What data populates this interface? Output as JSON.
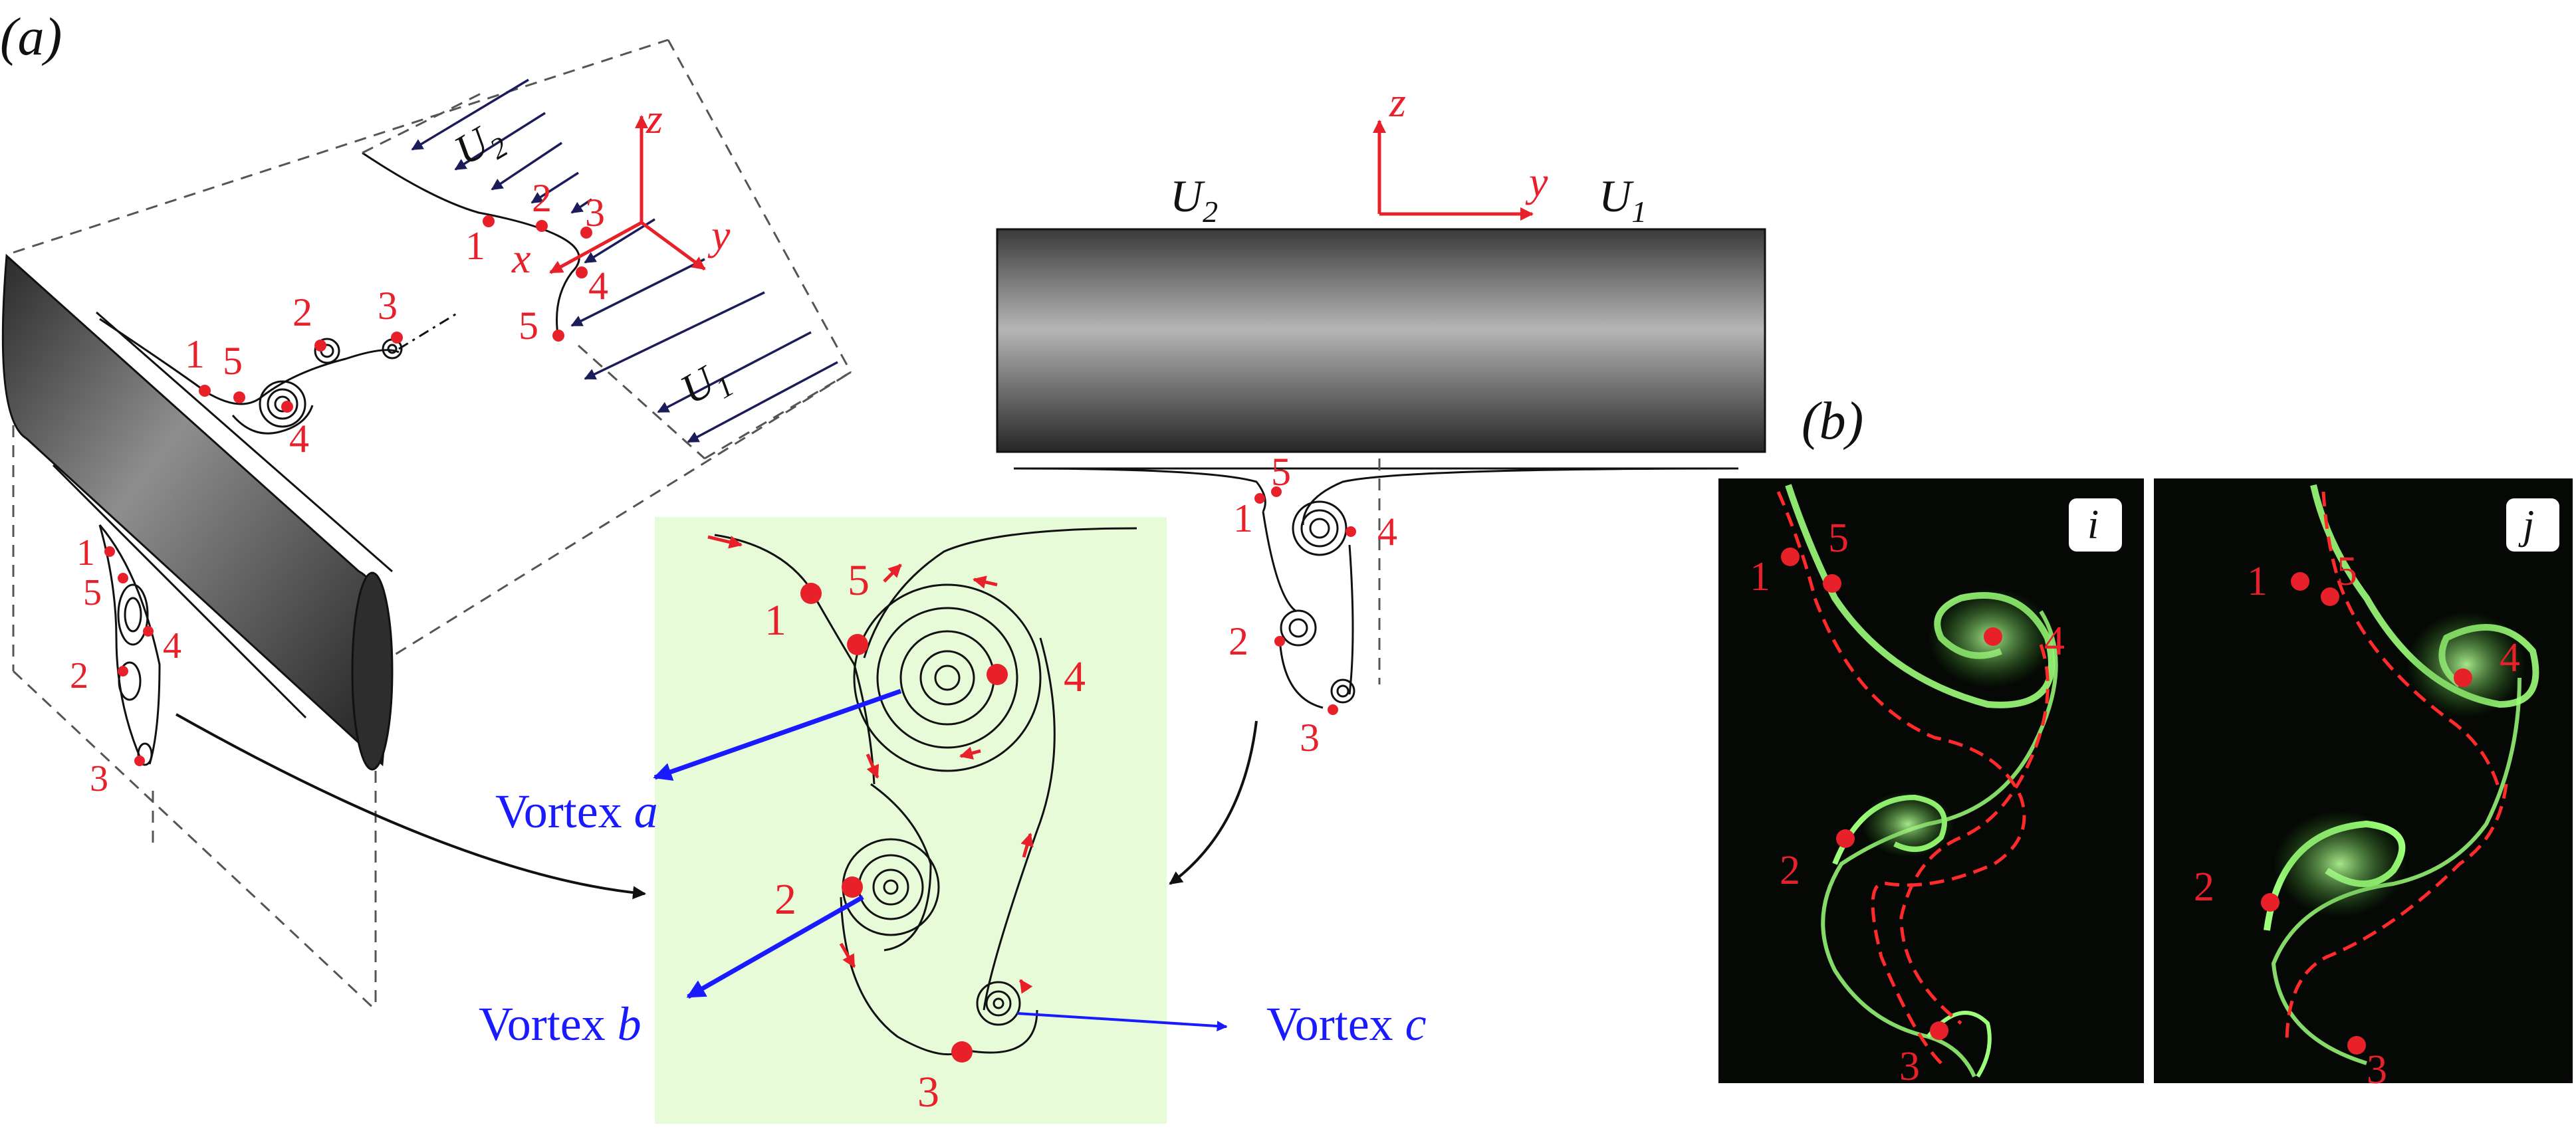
{
  "panel_labels": {
    "a": "(a)",
    "b": "(b)"
  },
  "velocity_labels": {
    "u1": "U",
    "u2": "U",
    "sub1": "1",
    "sub2": "2"
  },
  "axis_labels": {
    "x": "x",
    "y": "y",
    "z": "z"
  },
  "points": [
    "1",
    "2",
    "3",
    "4",
    "5"
  ],
  "vortex_labels": {
    "a": {
      "word": "Vortex",
      "letter": "a"
    },
    "b": {
      "word": "Vortex",
      "letter": "b"
    },
    "c": {
      "word": "Vortex",
      "letter": "c"
    }
  },
  "photo_tags": {
    "left": "i",
    "right": "j"
  },
  "colors": {
    "points": "#e8202a",
    "vortex_arrows": "#1a1aff",
    "inset_background": "#e7fbd9",
    "dye": "#7dff5a",
    "photo_background": "#050805"
  }
}
